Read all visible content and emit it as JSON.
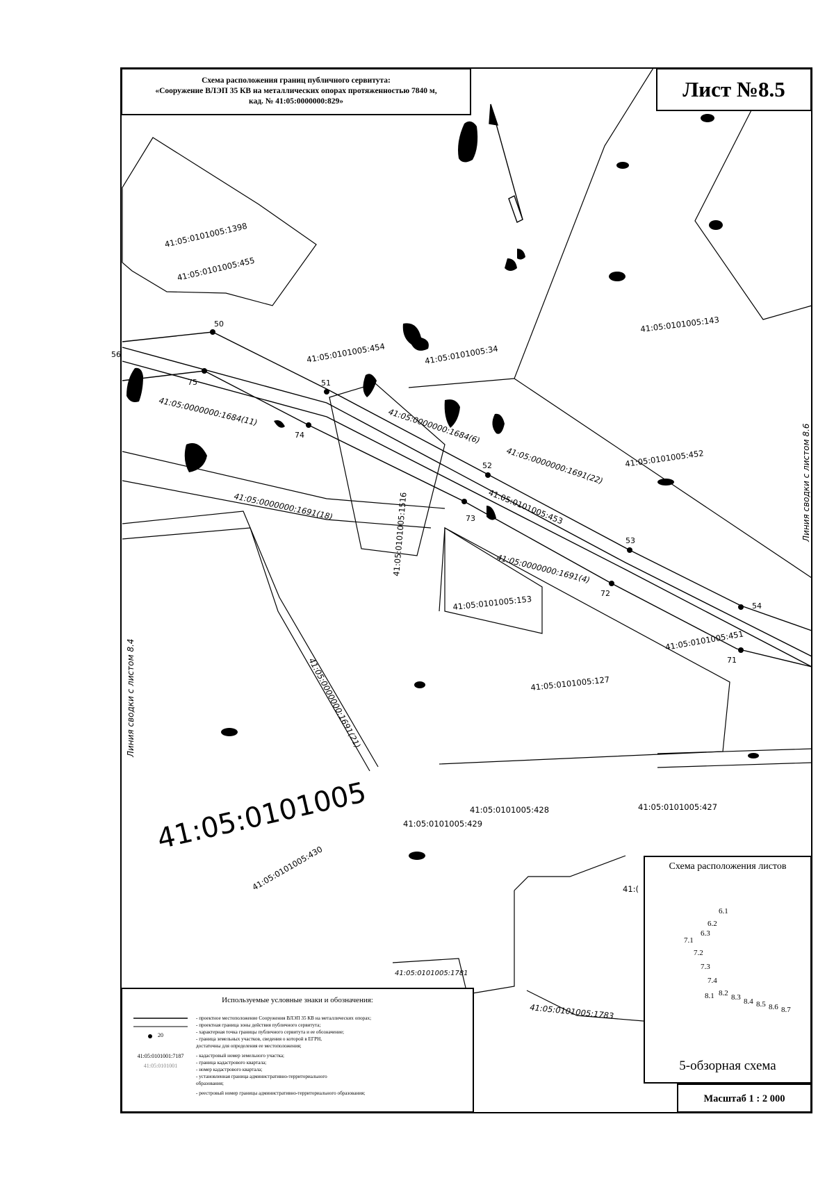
{
  "header": {
    "title_line1": "Схема расположения границ публичного сервитута:",
    "title_line2": "«Сооружение ВЛЭП 35 КВ на металлических опорах протяженностью 7840 м,",
    "title_line3": "кад. № 41:05:0000000:829»",
    "sheet": "Лист №8.5"
  },
  "parcels": {
    "p1398": "41:05:0101005:1398",
    "p455": "41:05:0101005:455",
    "p454": "41:05:0101005:454",
    "p34": "41:05:0101005:34",
    "p143": "41:05:0101005:143",
    "p1684_11": "41:05:0000000:1684(11)",
    "p1684_6": "41:05:0000000:1684(6)",
    "p1691_22": "41:05:0000000:1691(22)",
    "p452": "41:05:0101005:452",
    "p1516": "41:05:0101005:1516",
    "p1691_18": "41:05:0000000:1691(18)",
    "p453": "41:05:0101005:453",
    "p1691_4": "41:05:0000000:1691(4)",
    "p153": "41:05:0101005:153",
    "p451": "41:05:0101005:451",
    "p127": "41:05:0101005:127",
    "p1691_21": "41:05:0000000:1691(21)",
    "p428": "41:05:0101005:428",
    "p427": "41:05:0101005:427",
    "p429": "41:05:0101005:429",
    "p430": "41:05:0101005:430",
    "p1781": "41:05:0101005:1781",
    "p1783": "41:05:0101005:1783",
    "p41c": "41:("
  },
  "quarter": "41:05:0101005",
  "points": [
    "50",
    "51",
    "52",
    "53",
    "54",
    "56",
    "71",
    "72",
    "73",
    "74",
    "75"
  ],
  "side_labels": {
    "left": "Линия сводки с листом 8.4",
    "right": "Линия сводки с листом 8.6"
  },
  "layout_scheme": {
    "title": "Схема расположения листов",
    "footer": "5-обзорная схема",
    "sheets": [
      "6.1",
      "6.2",
      "6.3",
      "7.1",
      "7.2",
      "7.3",
      "7.4",
      "8.1",
      "8.2",
      "8.3",
      "8.4",
      "8.5",
      "8.6",
      "8.7"
    ]
  },
  "scale": "Масштаб 1 : 2 000",
  "legend": {
    "heading": "Используемые условные знаки и обозначения:",
    "point_sample": "20",
    "parcel_sample": "41:05:0101001:7187",
    "quarter_sample": "41:05:0101001",
    "items": [
      "- проектное местоположение Сооружения ВЛЭП 35 КВ на металлических опорах;",
      "- проектная граница зоны действия публичного сервитута;",
      "- характерная точка границы публичного сервитута и ее обозначение;",
      "- граница земельных участков, сведения о которой в ЕГРН,",
      "достаточны для определения ее местоположения;",
      "- кадастровый номер земельного участка;",
      "- граница кадастрового квартала;",
      "- номер кадастрового квартала;",
      "- установленная граница административно-территориального",
      "образования;",
      "- реестровый номер границы административно-территориального образования;"
    ]
  }
}
